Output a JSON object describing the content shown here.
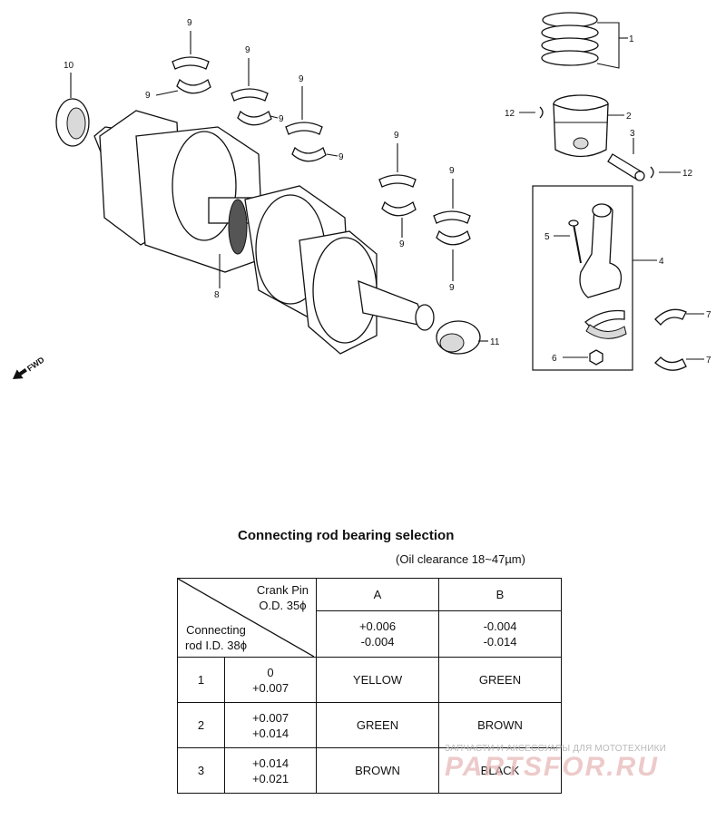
{
  "diagram": {
    "callouts": {
      "c1": "1",
      "c2": "2",
      "c3": "3",
      "c4": "4",
      "c5": "5",
      "c6": "6",
      "c7a": "7",
      "c7b": "7",
      "c8": "8",
      "c9": "9",
      "c10": "10",
      "c11": "11",
      "c12a": "12",
      "c12b": "12"
    },
    "fwd_label": "FWD"
  },
  "table": {
    "title": "Connecting rod bearing selection",
    "subtitle": "(Oil clearance 18~47µm)",
    "crank_pin_label": [
      "Crank Pin",
      "O.D. 35ϕ"
    ],
    "rod_id_label": [
      "Connecting",
      "rod I.D. 38ϕ"
    ],
    "columns": [
      {
        "code": "A",
        "range": [
          "+0.006",
          "-0.004"
        ]
      },
      {
        "code": "B",
        "range": [
          "-0.004",
          "-0.014"
        ]
      }
    ],
    "rows": [
      {
        "index": "1",
        "range": [
          "0",
          "+0.007"
        ],
        "colors": [
          "YELLOW",
          "GREEN"
        ]
      },
      {
        "index": "2",
        "range": [
          "+0.007",
          "+0.014"
        ],
        "colors": [
          "GREEN",
          "BROWN"
        ]
      },
      {
        "index": "3",
        "range": [
          "+0.014",
          "+0.021"
        ],
        "colors": [
          "BROWN",
          "BLACK"
        ]
      }
    ]
  },
  "watermark": {
    "tagline": "ЗАПЧАСТИ И АКСЕССУАРЫ ДЛЯ МОТОТЕХНИКИ",
    "brand": "PARTSFOR.RU"
  }
}
